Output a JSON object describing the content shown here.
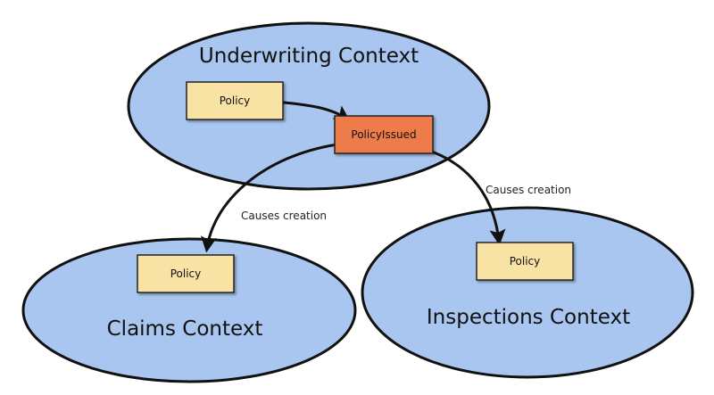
{
  "colors": {
    "context_fill": "#a8c6ef",
    "aggregate_fill": "#f8e3a4",
    "event_fill": "#ee7c4b",
    "line": "#111111"
  },
  "contexts": {
    "underwriting": {
      "title": "Underwriting Context",
      "aggregate": "Policy",
      "event": "PolicyIssued"
    },
    "claims": {
      "title": "Claims Context",
      "aggregate": "Policy"
    },
    "inspections": {
      "title": "Inspections Context",
      "aggregate": "Policy"
    }
  },
  "edges": {
    "to_claims": {
      "label": "Causes creation"
    },
    "to_inspections": {
      "label": "Causes creation"
    }
  }
}
